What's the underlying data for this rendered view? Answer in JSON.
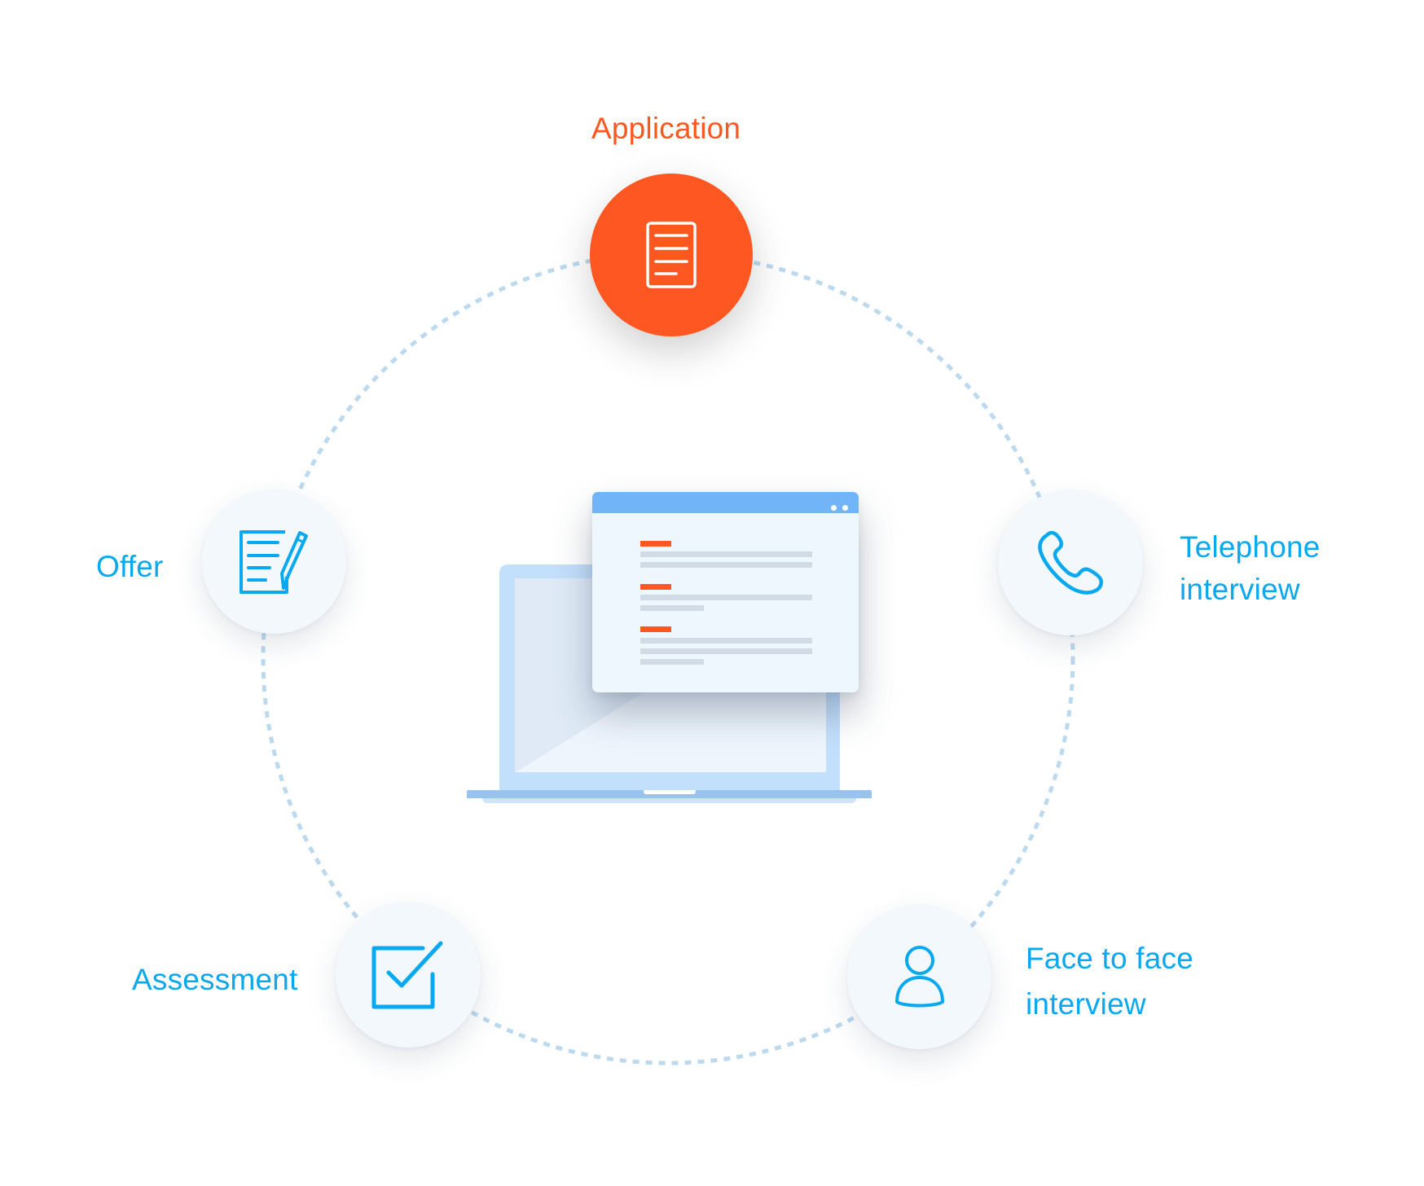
{
  "diagram": {
    "title": "Recruitment process cycle",
    "colors": {
      "active": "#ff5722",
      "inactive_text": "#0aa8ef",
      "inactive_icon": "#0aa8ef",
      "node_fill": "#f3f8fd",
      "ring_dash": "#bcd9ee"
    },
    "steps": [
      {
        "id": "application",
        "label_lines": [
          "Application"
        ],
        "icon": "document-icon",
        "active": true,
        "order": 1
      },
      {
        "id": "telephone",
        "label_lines": [
          "Telephone",
          "interview"
        ],
        "icon": "phone-icon",
        "active": false,
        "order": 2
      },
      {
        "id": "face-to-face",
        "label_lines": [
          "Face to face",
          "interview"
        ],
        "icon": "user-icon",
        "active": false,
        "order": 3
      },
      {
        "id": "assessment",
        "label_lines": [
          "Assessment"
        ],
        "icon": "checkbox-icon",
        "active": false,
        "order": 4
      },
      {
        "id": "offer",
        "label_lines": [
          "Offer"
        ],
        "icon": "contract-sign-icon",
        "active": false,
        "order": 5
      }
    ],
    "center_illustration": {
      "icon": "laptop-with-document-window-icon",
      "window_sections": 3
    }
  }
}
